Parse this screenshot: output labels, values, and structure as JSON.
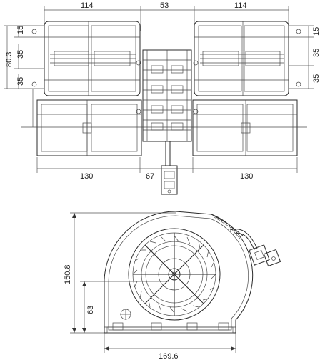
{
  "top_view": {
    "dims_top": [
      "114",
      "53",
      "114"
    ],
    "dims_bottom": [
      "130",
      "67",
      "130"
    ],
    "dims_left": [
      "15",
      "35",
      "80.3",
      "35"
    ],
    "dims_right": [
      "15",
      "35",
      "35"
    ]
  },
  "side_view": {
    "dims": [
      "150.8",
      "63",
      "169.6"
    ]
  }
}
